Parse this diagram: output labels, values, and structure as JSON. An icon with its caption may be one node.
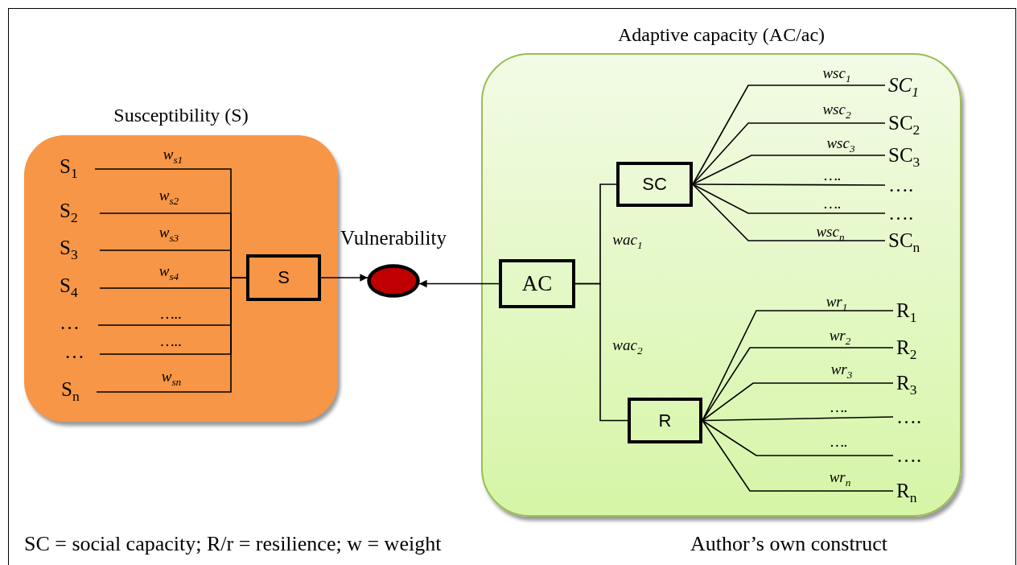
{
  "diagram": {
    "nodes": [
      {
        "text": [
          "Susceptibility (S)"
        ]
      },
      {
        "text": [
          "S$_{1}$"
        ],
        "in": 0
      },
      {
        "text": [
          "S$_{2}$"
        ],
        "in": 0
      },
      {
        "text": [
          "S$_{3}$"
        ],
        "in": 0
      },
      {
        "text": [
          "S$_{4}$"
        ],
        "in": 0
      },
      {
        "text": [
          "…"
        ],
        "in": 0
      },
      {
        "text": [
          "…"
        ],
        "in": 0
      },
      {
        "text": [
          "S$_{n}$"
        ],
        "in": 0
      },
      {
        "text": [
          "S"
        ],
        "in": 0
      },
      {
        "text": [
          "Vulnerability"
        ]
      },
      {
        "text": [
          "Adaptive capacity (AC/ac)"
        ]
      },
      {
        "text": [
          "AC"
        ],
        "in": 10
      },
      {
        "text": [
          "SC"
        ],
        "in": 10
      },
      {
        "text": [
          "R"
        ],
        "in": 10
      },
      {
        "text": [
          "SC$_{1}$"
        ],
        "in": 10
      },
      {
        "text": [
          "SC$_{2}$"
        ],
        "in": 10
      },
      {
        "text": [
          "SC$_{3}$"
        ],
        "in": 10
      },
      {
        "text": [
          "…."
        ],
        "in": 10
      },
      {
        "text": [
          "…."
        ],
        "in": 10
      },
      {
        "text": [
          "SC$_{n}$"
        ],
        "in": 10
      },
      {
        "text": [
          "R$_{1}$"
        ],
        "in": 10
      },
      {
        "text": [
          "R$_{2}$"
        ],
        "in": 10
      },
      {
        "text": [
          "R$_{3}$"
        ],
        "in": 10
      },
      {
        "text": [
          "…."
        ],
        "in": 10
      },
      {
        "text": [
          "…."
        ],
        "in": 10
      },
      {
        "text": [
          "R$_{n}$"
        ],
        "in": 10
      }
    ],
    "edges": [
      {
        "from": 1,
        "to": 8,
        "arrow": "none",
        "label": "w$_{s1}$"
      },
      {
        "from": 2,
        "to": 8,
        "arrow": "none",
        "label": "w$_{s2}$"
      },
      {
        "from": 3,
        "to": 8,
        "arrow": "none",
        "label": "w$_{s3}$"
      },
      {
        "from": 4,
        "to": 8,
        "arrow": "none",
        "label": "w$_{s4}$"
      },
      {
        "from": 5,
        "to": 8,
        "arrow": "none",
        "label": "….."
      },
      {
        "from": 6,
        "to": 8,
        "arrow": "none",
        "label": "….."
      },
      {
        "from": 7,
        "to": 8,
        "arrow": "none",
        "label": "w$_{sn}$"
      },
      {
        "from": 8,
        "to": 9,
        "arrow": "to"
      },
      {
        "from": 11,
        "to": 9,
        "arrow": "to"
      },
      {
        "from": 11,
        "to": 12,
        "arrow": "none",
        "label": "wac$_{1}$"
      },
      {
        "from": 11,
        "to": 13,
        "arrow": "none",
        "label": "wac$_{2}$"
      },
      {
        "from": 12,
        "to": 14,
        "arrow": "none",
        "label": "wsc$_{1}$"
      },
      {
        "from": 12,
        "to": 15,
        "arrow": "none",
        "label": "wsc$_{2}$"
      },
      {
        "from": 12,
        "to": 16,
        "arrow": "none",
        "label": "wsc$_{3}$"
      },
      {
        "from": 12,
        "to": 17,
        "arrow": "none",
        "label": "…."
      },
      {
        "from": 12,
        "to": 18,
        "arrow": "none",
        "label": "…."
      },
      {
        "from": 12,
        "to": 19,
        "arrow": "none",
        "label": "wsc$_{n}$"
      },
      {
        "from": 13,
        "to": 20,
        "arrow": "none",
        "label": "wr$_{1}$"
      },
      {
        "from": 13,
        "to": 21,
        "arrow": "none",
        "label": "wr$_{2}$"
      },
      {
        "from": 13,
        "to": 22,
        "arrow": "none",
        "label": "wr$_{3}$"
      },
      {
        "from": 13,
        "to": 23,
        "arrow": "none",
        "label": "…."
      },
      {
        "from": 13,
        "to": 24,
        "arrow": "none",
        "label": "…."
      },
      {
        "from": 13,
        "to": 25,
        "arrow": "none",
        "label": "wr$_{n}$"
      }
    ],
    "labels": [
      "SC = social capacity; R/r = resilience; w = weight",
      "Author’s own construct"
    ]
  }
}
